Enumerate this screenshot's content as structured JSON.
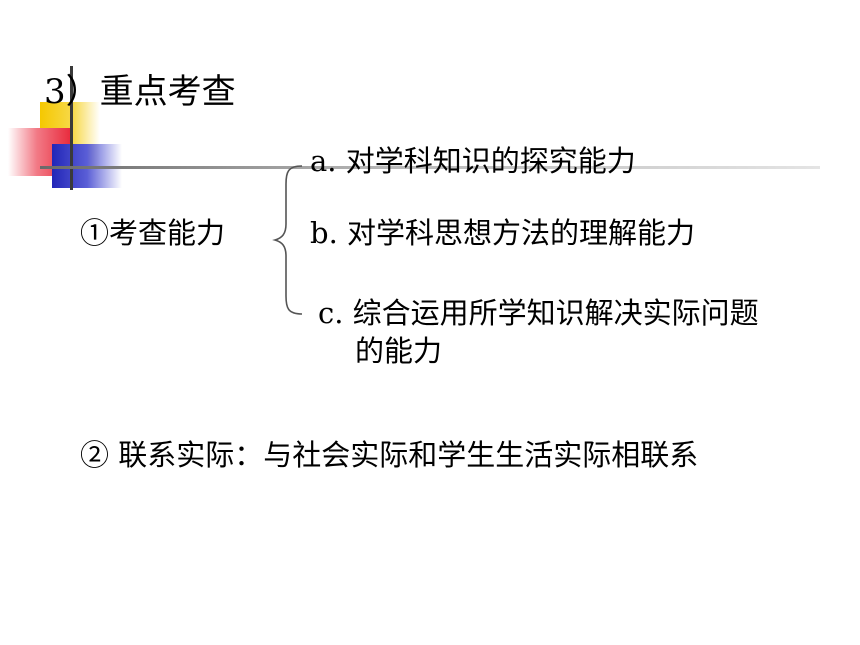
{
  "slide": {
    "title": "3）重点考查",
    "ability": {
      "label": "①考查能力",
      "items": [
        "a. 对学科知识的探究能力",
        "b. 对学科思想方法的理解能力",
        "c. 综合运用所学知识解决实际问题",
        "的能力"
      ]
    },
    "practice": "② 联系实际：与社会实际和学生生活实际相联系"
  },
  "colors": {
    "ornament_yellow": "#f5c800",
    "ornament_red": "#e8283a",
    "ornament_blue": "#2226b8"
  }
}
